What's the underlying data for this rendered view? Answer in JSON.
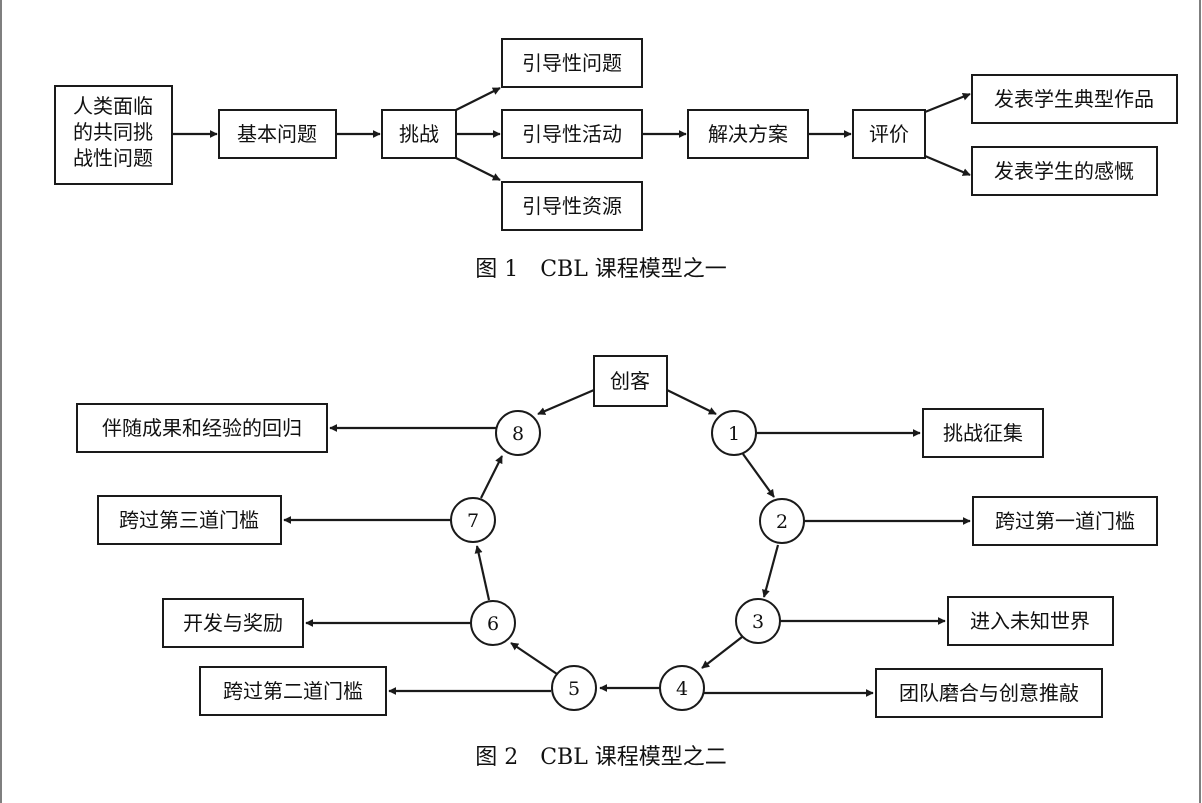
{
  "colors": {
    "ink": "#1a1a1a",
    "background": "#ffffff"
  },
  "figure1": {
    "caption": "图 1　CBL 课程模型之一",
    "nodes": {
      "problem_line1": "人类面临",
      "problem_line2": "的共同挑",
      "problem_line3": "战性问题",
      "basic_question": "基本问题",
      "challenge": "挑战",
      "guiding_questions": "引导性问题",
      "guiding_activities": "引导性活动",
      "guiding_resources": "引导性资源",
      "solution": "解决方案",
      "evaluation": "评价",
      "publish_works": "发表学生典型作品",
      "publish_feelings": "发表学生的感慨"
    }
  },
  "figure2": {
    "caption": "图 2　CBL 课程模型之二",
    "center": "创客",
    "circles": [
      "1",
      "2",
      "3",
      "4",
      "5",
      "6",
      "7",
      "8"
    ],
    "labels": {
      "s1": "挑战征集",
      "s2": "跨过第一道门槛",
      "s3": "进入未知世界",
      "s4": "团队磨合与创意推敲",
      "s5": "跨过第二道门槛",
      "s6": "开发与奖励",
      "s7": "跨过第三道门槛",
      "s8": "伴随成果和经验的回归"
    }
  }
}
